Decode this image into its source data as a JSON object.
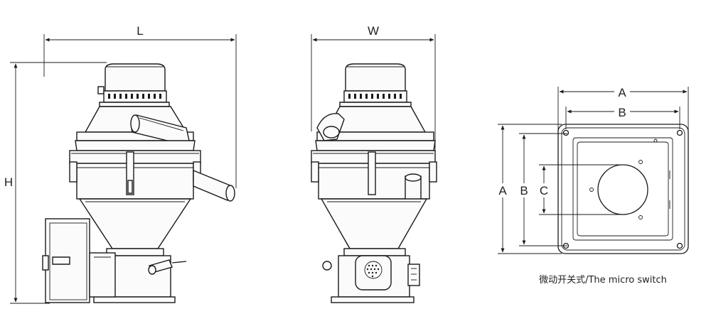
{
  "front_view": {
    "label_width": "L",
    "label_height": "H"
  },
  "side_view": {
    "label_width": "W"
  },
  "switch_view": {
    "label_a_horizontal": "A",
    "label_b_horizontal": "B",
    "label_a_vertical": "A",
    "label_b_vertical": "B",
    "label_c_vertical": "C",
    "caption": "微动开关式/The micro switch"
  }
}
